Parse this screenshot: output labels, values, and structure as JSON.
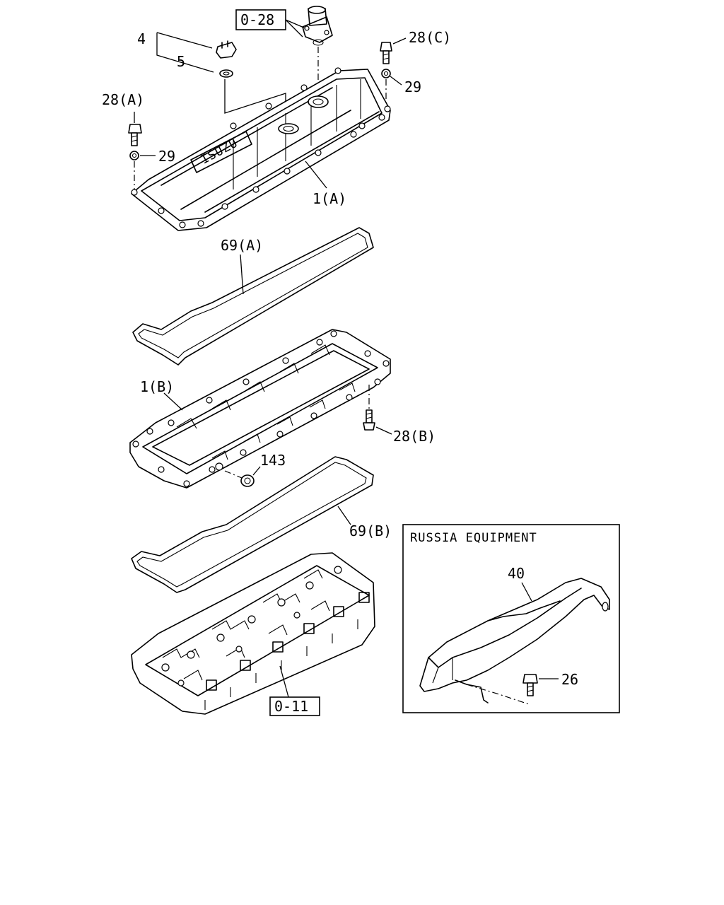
{
  "callouts": {
    "ref_0_28": "0-28",
    "ref_0_11": "0-11",
    "item_4": "4",
    "item_5": "5",
    "item_28c": "28(C)",
    "item_29_right": "29",
    "item_28a": "28(A)",
    "item_29_left": "29",
    "item_1a": "1(A)",
    "item_69a": "69(A)",
    "item_1b": "1(B)",
    "item_28b": "28(B)",
    "item_143": "143",
    "item_69b": "69(B)",
    "item_40": "40",
    "item_26": "26"
  },
  "inset": {
    "title": "RUSSIA EQUIPMENT"
  },
  "cover_logo": "ISUZU"
}
